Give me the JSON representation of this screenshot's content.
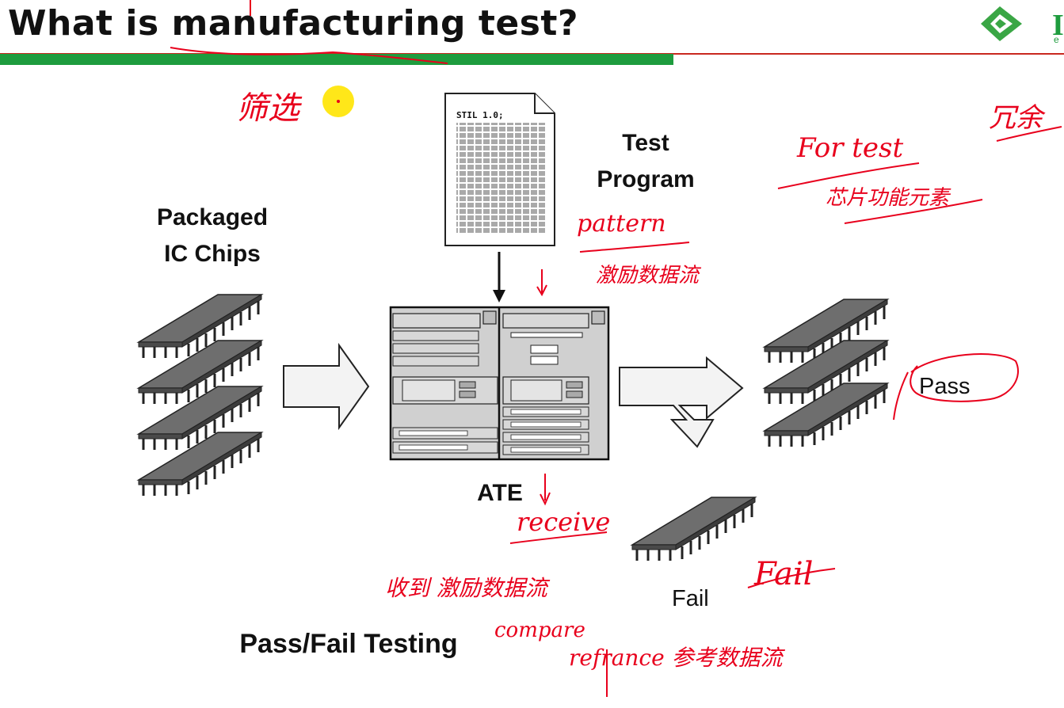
{
  "slide": {
    "title": "What is manufacturing test?",
    "logo_text": "I",
    "logo_sub": "e"
  },
  "diagram": {
    "file_header": "STIL 1.0;",
    "test_program_label": [
      "Test",
      "Program"
    ],
    "packaged_label": [
      "Packaged",
      "IC Chips"
    ],
    "ate_label": "ATE",
    "pass_label": "Pass",
    "fail_label": "Fail",
    "caption": "Pass/Fail Testing"
  },
  "annotations": {
    "pattern": "pattern",
    "pattern_cn": "激励数据流",
    "for_test": "For test",
    "for_test_cn": "芯片功能元素",
    "redundant_cn": "冗余",
    "receive": "receive",
    "receive_cn": "收到 激励数据流",
    "compare": "compare",
    "reference": "refrance 参考数据流",
    "fail_note": "Fail",
    "top_left_cn": "筛选"
  },
  "colors": {
    "brand_green": "#1e9c3e",
    "rule_red": "#c9281f",
    "ink_red": "#e8001c",
    "highlight": "#ffe400"
  }
}
